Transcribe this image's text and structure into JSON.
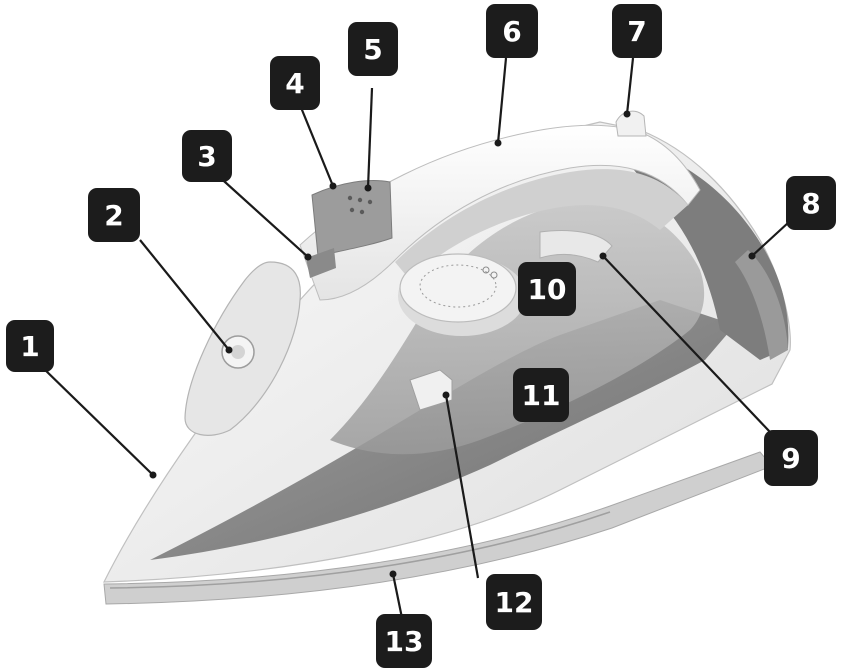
{
  "colors": {
    "background": "#ffffff",
    "badge": "#1c1c1c",
    "badge_text": "#ffffff",
    "leader_line": "#1a1a1a",
    "body_white": "#f2f2f2",
    "body_shade": "#d9d9d9",
    "body_grey": "#8e8e8e",
    "body_dark": "#6f6f6f",
    "soleplate": "#c9c9c9"
  },
  "callouts": [
    {
      "id": "1",
      "label": "1",
      "part_icon": "tip-point-icon"
    },
    {
      "id": "2",
      "label": "2",
      "part_icon": "water-fill-cap-icon"
    },
    {
      "id": "3",
      "label": "3",
      "part_icon": "spray-button-icon"
    },
    {
      "id": "4",
      "label": "4",
      "part_icon": "steam-burst-button-icon"
    },
    {
      "id": "5",
      "label": "5",
      "part_icon": "control-panel-icon"
    },
    {
      "id": "6",
      "label": "6",
      "part_icon": "handle-icon"
    },
    {
      "id": "7",
      "label": "7",
      "part_icon": "cord-guard-icon"
    },
    {
      "id": "8",
      "label": "8",
      "part_icon": "heel-rest-icon"
    },
    {
      "id": "9",
      "label": "9",
      "part_icon": "indicator-light-icon"
    },
    {
      "id": "10",
      "label": "10",
      "part_icon": "temperature-dial-icon"
    },
    {
      "id": "11",
      "label": "11",
      "part_icon": "water-tank-icon"
    },
    {
      "id": "12",
      "label": "12",
      "part_icon": "tank-release-icon"
    },
    {
      "id": "13",
      "label": "13",
      "part_icon": "soleplate-icon"
    }
  ]
}
